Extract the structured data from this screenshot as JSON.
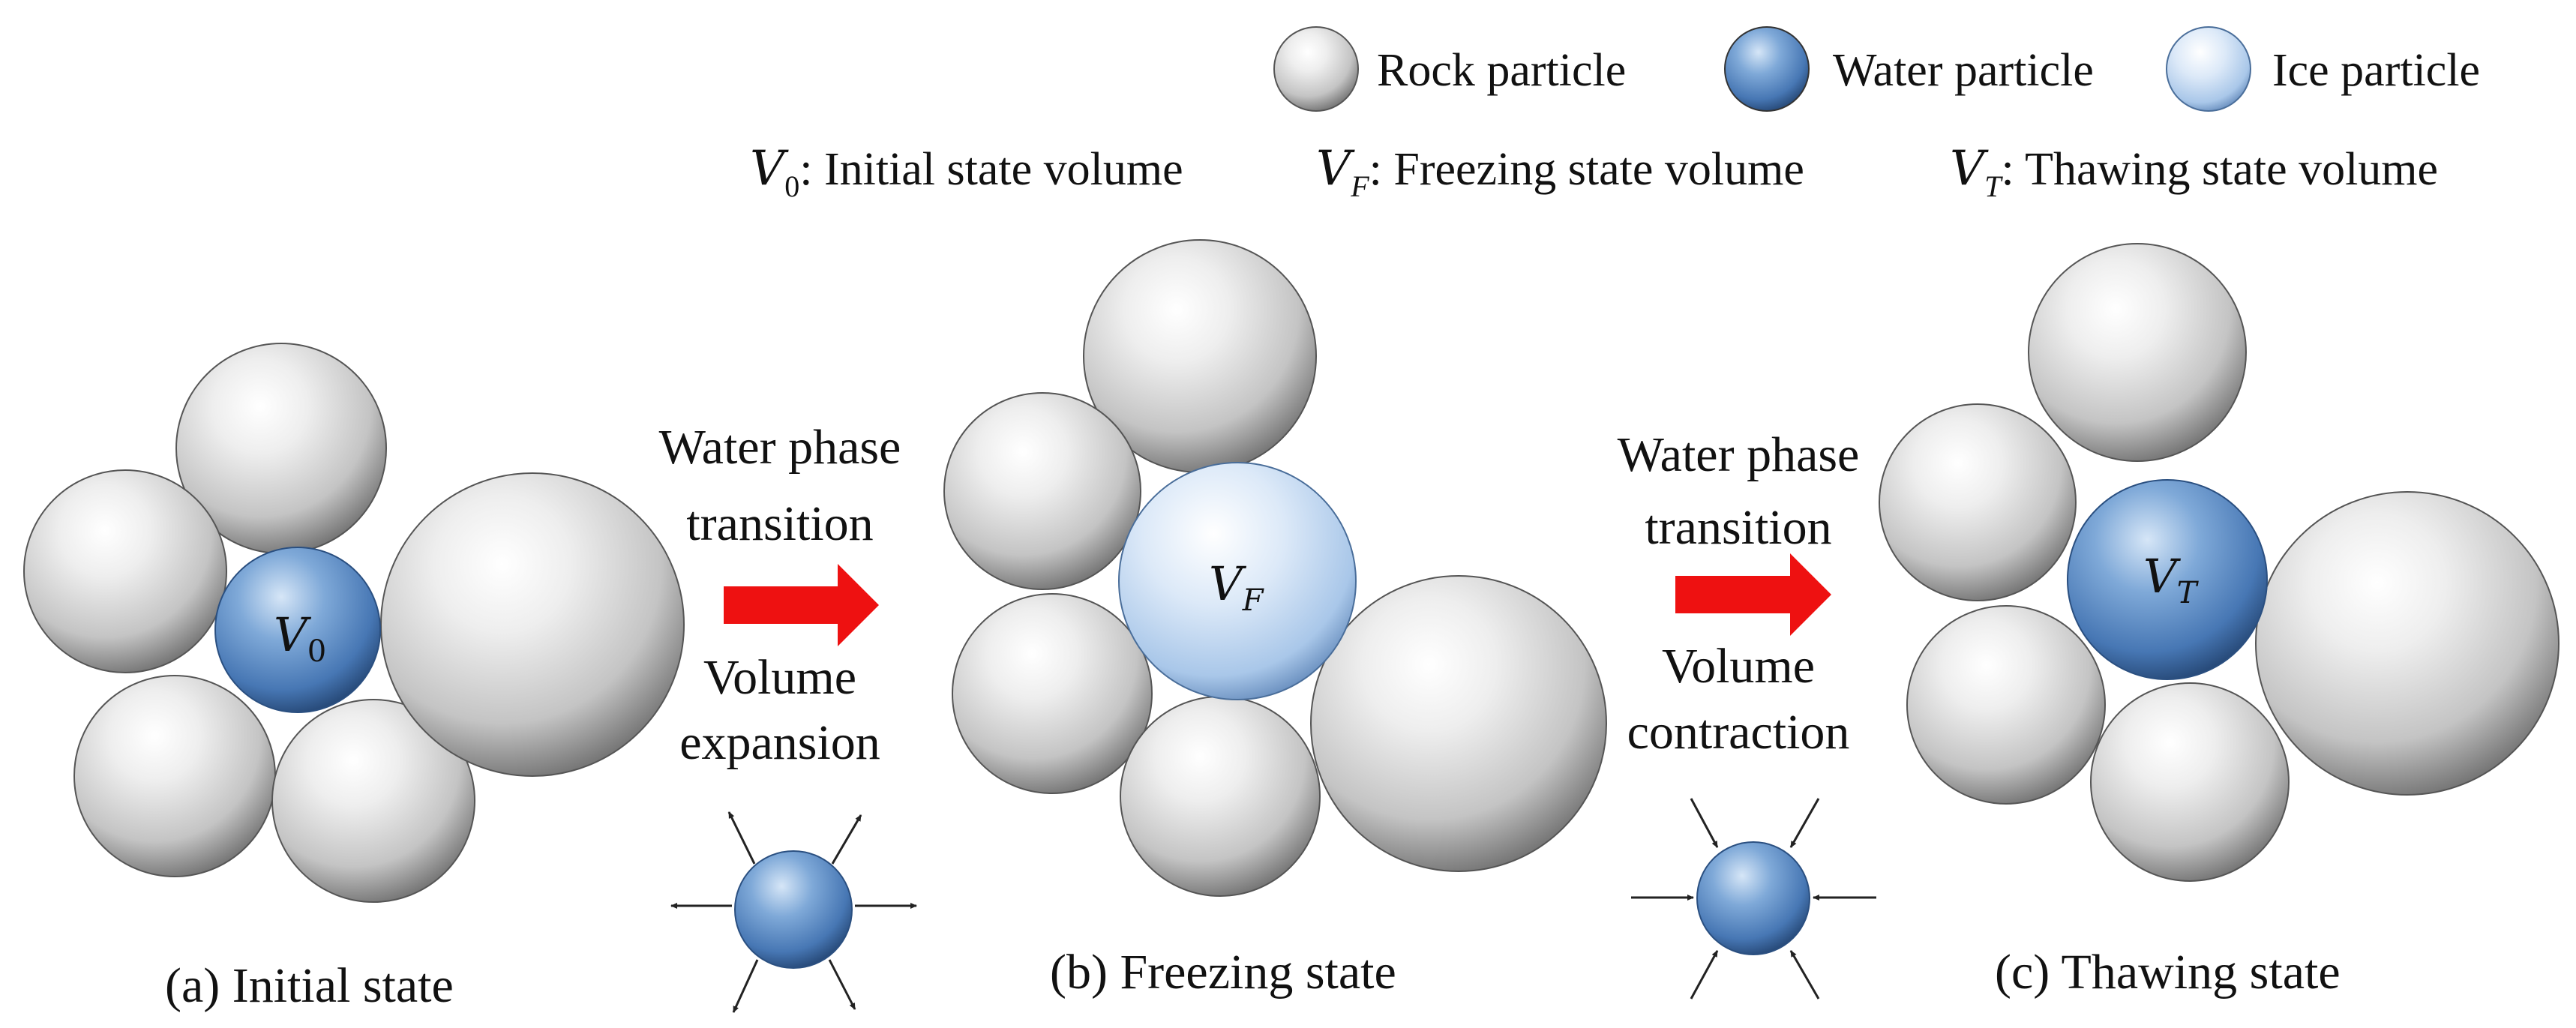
{
  "legend": {
    "rock": "Rock particle",
    "water": "Water particle",
    "ice": "Ice particle"
  },
  "definitions": {
    "v0": {
      "symbol": "V",
      "sub": "0",
      "text": ": Initial state volume"
    },
    "vf": {
      "symbol": "V",
      "sub": "F",
      "text": ": Freezing state volume"
    },
    "vt": {
      "symbol": "V",
      "sub": "T",
      "text": ": Thawing state volume"
    }
  },
  "states": {
    "initial": {
      "caption": "(a) Initial state",
      "symbol": "V",
      "sub": "0"
    },
    "freezing": {
      "caption": "(b) Freezing state",
      "symbol": "V",
      "sub": "F"
    },
    "thawing": {
      "caption": "(c) Thawing state",
      "symbol": "V",
      "sub": "T"
    }
  },
  "transitions": {
    "freeze": {
      "line1": "Water phase",
      "line2": "transition",
      "line3": "Volume",
      "line4": "expansion"
    },
    "thaw": {
      "line1": "Water phase",
      "line2": "transition",
      "line3": "Volume",
      "line4": "contraction"
    }
  },
  "colors": {
    "rock": "#c9c9c9",
    "water": "#4a82c0",
    "ice": "#bcd6f0",
    "arrow": "#ee1111"
  }
}
